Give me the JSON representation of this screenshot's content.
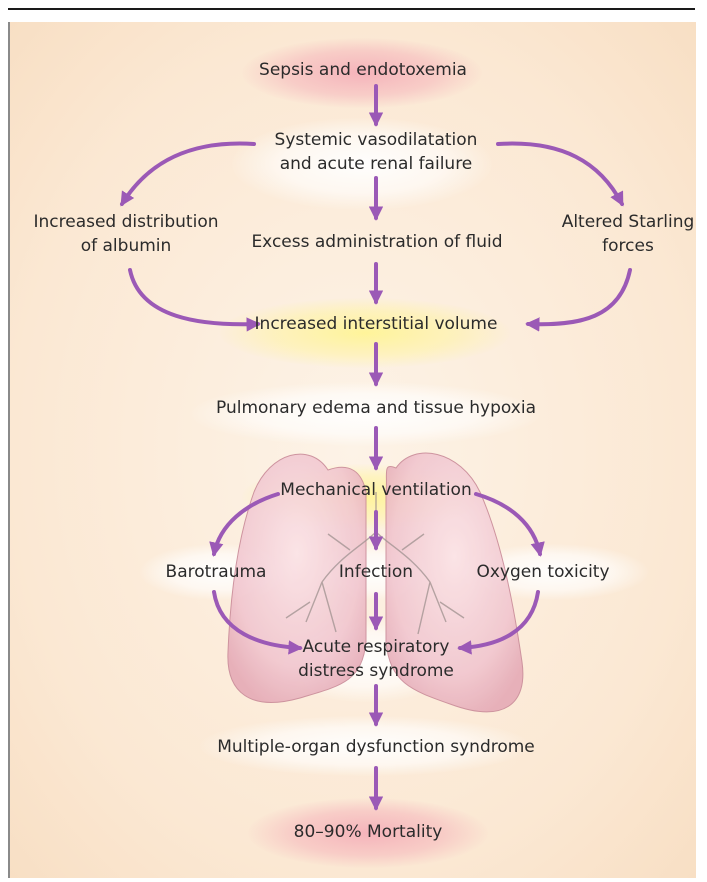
{
  "colors": {
    "arrow": "#9b59b6",
    "text": "#2b2b2b",
    "background": "#fbe8d3",
    "start_glow": "#f4aab6",
    "interstitial_glow": "#fff496",
    "lung_tissue": "#efc2cc"
  },
  "diagram": {
    "sepsis": "Sepsis and endotoxemia",
    "vasodilatation": [
      "Systemic vasodilatation",
      "and acute renal failure"
    ],
    "albumin": [
      "Increased distribution",
      "of albumin"
    ],
    "fluid": "Excess administration of fluid",
    "starling": [
      "Altered Starling",
      "forces"
    ],
    "interstitial": "Increased interstitial volume",
    "edema": "Pulmonary edema and tissue hypoxia",
    "ventilation": "Mechanical ventilation",
    "barotrauma": "Barotrauma",
    "infection": "Infection",
    "oxygen": "Oxygen toxicity",
    "ards": [
      "Acute respiratory",
      "distress syndrome"
    ],
    "mods": "Multiple-organ dysfunction syndrome",
    "mortality": "80–90% Mortality"
  }
}
